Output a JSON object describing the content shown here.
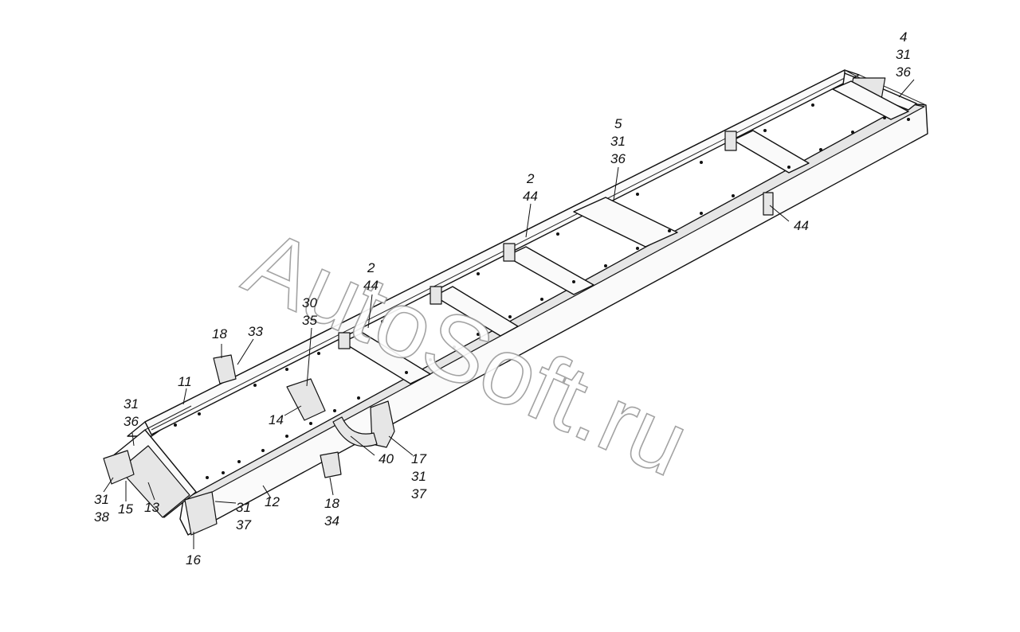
{
  "watermark": "AutoSoft.ru",
  "callouts": [
    {
      "id": "c-4-31-36",
      "lines": [
        "4",
        "31",
        "36"
      ]
    },
    {
      "id": "c-5-31-36",
      "lines": [
        "5",
        "31",
        "36"
      ]
    },
    {
      "id": "c-2-44-a",
      "lines": [
        "2",
        "44"
      ]
    },
    {
      "id": "c-44",
      "lines": [
        "44"
      ]
    },
    {
      "id": "c-2-44-b",
      "lines": [
        "2",
        "44"
      ]
    },
    {
      "id": "c-30-35",
      "lines": [
        "30",
        "35"
      ]
    },
    {
      "id": "c-18-33",
      "lines": [
        "18",
        "33"
      ]
    },
    {
      "id": "c-11",
      "lines": [
        "11"
      ]
    },
    {
      "id": "c-31-36",
      "lines": [
        "31",
        "36"
      ]
    },
    {
      "id": "c-14",
      "lines": [
        "14"
      ]
    },
    {
      "id": "c-40",
      "lines": [
        "40"
      ]
    },
    {
      "id": "c-17-31-37",
      "lines": [
        "17",
        "31",
        "37"
      ]
    },
    {
      "id": "c-31-38",
      "lines": [
        "31",
        "38"
      ]
    },
    {
      "id": "c-15",
      "lines": [
        "15"
      ]
    },
    {
      "id": "c-13",
      "lines": [
        "13"
      ]
    },
    {
      "id": "c-31-37",
      "lines": [
        "31",
        "37"
      ]
    },
    {
      "id": "c-12",
      "lines": [
        "12"
      ]
    },
    {
      "id": "c-18-34",
      "lines": [
        "18",
        "34"
      ]
    },
    {
      "id": "c-16",
      "lines": [
        "16"
      ]
    }
  ]
}
